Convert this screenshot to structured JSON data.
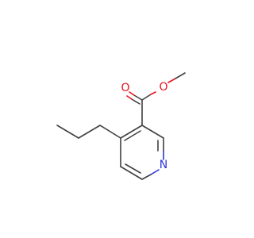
{
  "molecule": {
    "atoms": [
      {
        "id": "O1",
        "symbol": "O",
        "color": "#e8121e"
      },
      {
        "id": "O2",
        "symbol": "O",
        "color": "#e8121e"
      },
      {
        "id": "N1",
        "symbol": "N",
        "color": "#2a35d8"
      }
    ],
    "bond_color": "#404040"
  }
}
